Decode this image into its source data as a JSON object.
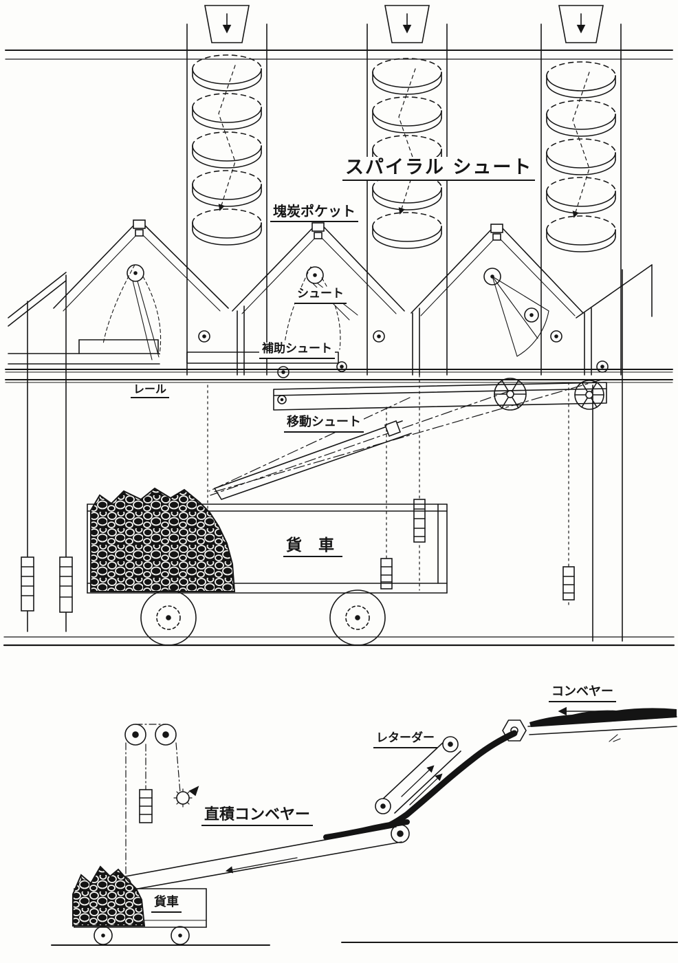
{
  "page": {
    "background": "#fdfdfb",
    "ink": "#161616"
  },
  "labels": {
    "spiral_chute": "スパイラル シュート",
    "coal_pocket": "塊炭ポケット",
    "chute": "シュート",
    "auxiliary_chute": "補助シュート",
    "rail": "レール",
    "moving_chute": "移動シュート",
    "freight_car_upper": "貨 車",
    "conveyor": "コンベヤー",
    "retarder": "レターダー",
    "direct_loading_conveyor": "直積コンベヤー",
    "freight_car_lower": "貨車"
  }
}
